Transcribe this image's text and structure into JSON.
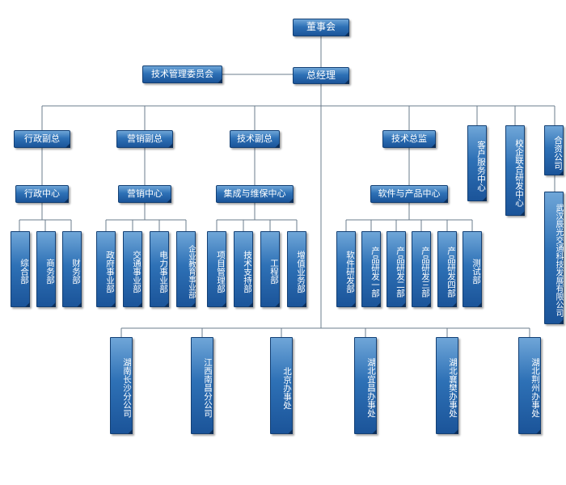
{
  "org": {
    "board": "董事会",
    "gm": "总经理",
    "committee": "技术管理委员会",
    "vp_admin": "行政副总",
    "vp_sales": "营销副总",
    "vp_tech": "技术副总",
    "cto": "技术总监",
    "customer_service": "客户服务中心",
    "school_enterprise": "校企联合研发中心",
    "joint_venture": "合资公司",
    "admin_center": "行政中心",
    "sales_center": "营销中心",
    "integration_center": "集成与维保中心",
    "software_center": "软件与产品中心",
    "wuhan_company": "武汉辰光交通科技发展有限公司",
    "admin_depts": [
      "综合部",
      "商务部",
      "财务部"
    ],
    "sales_depts": [
      "政府事业部",
      "交通事业部",
      "电力事业部",
      "企业教育事业部"
    ],
    "tech_depts": [
      "项目管理部",
      "技术支持部",
      "工程部",
      "增值业务部"
    ],
    "software_depts": [
      "软件研发部",
      "产品研发一部",
      "产品研发二部",
      "产品研发三部",
      "产品研发四部",
      "测试部"
    ],
    "branches": [
      "湖南长沙分公司",
      "江西南昌分公司",
      "北京办事处",
      "湖北宜昌办事处",
      "湖北襄樊办事处",
      "湖北荆州办事处"
    ]
  }
}
